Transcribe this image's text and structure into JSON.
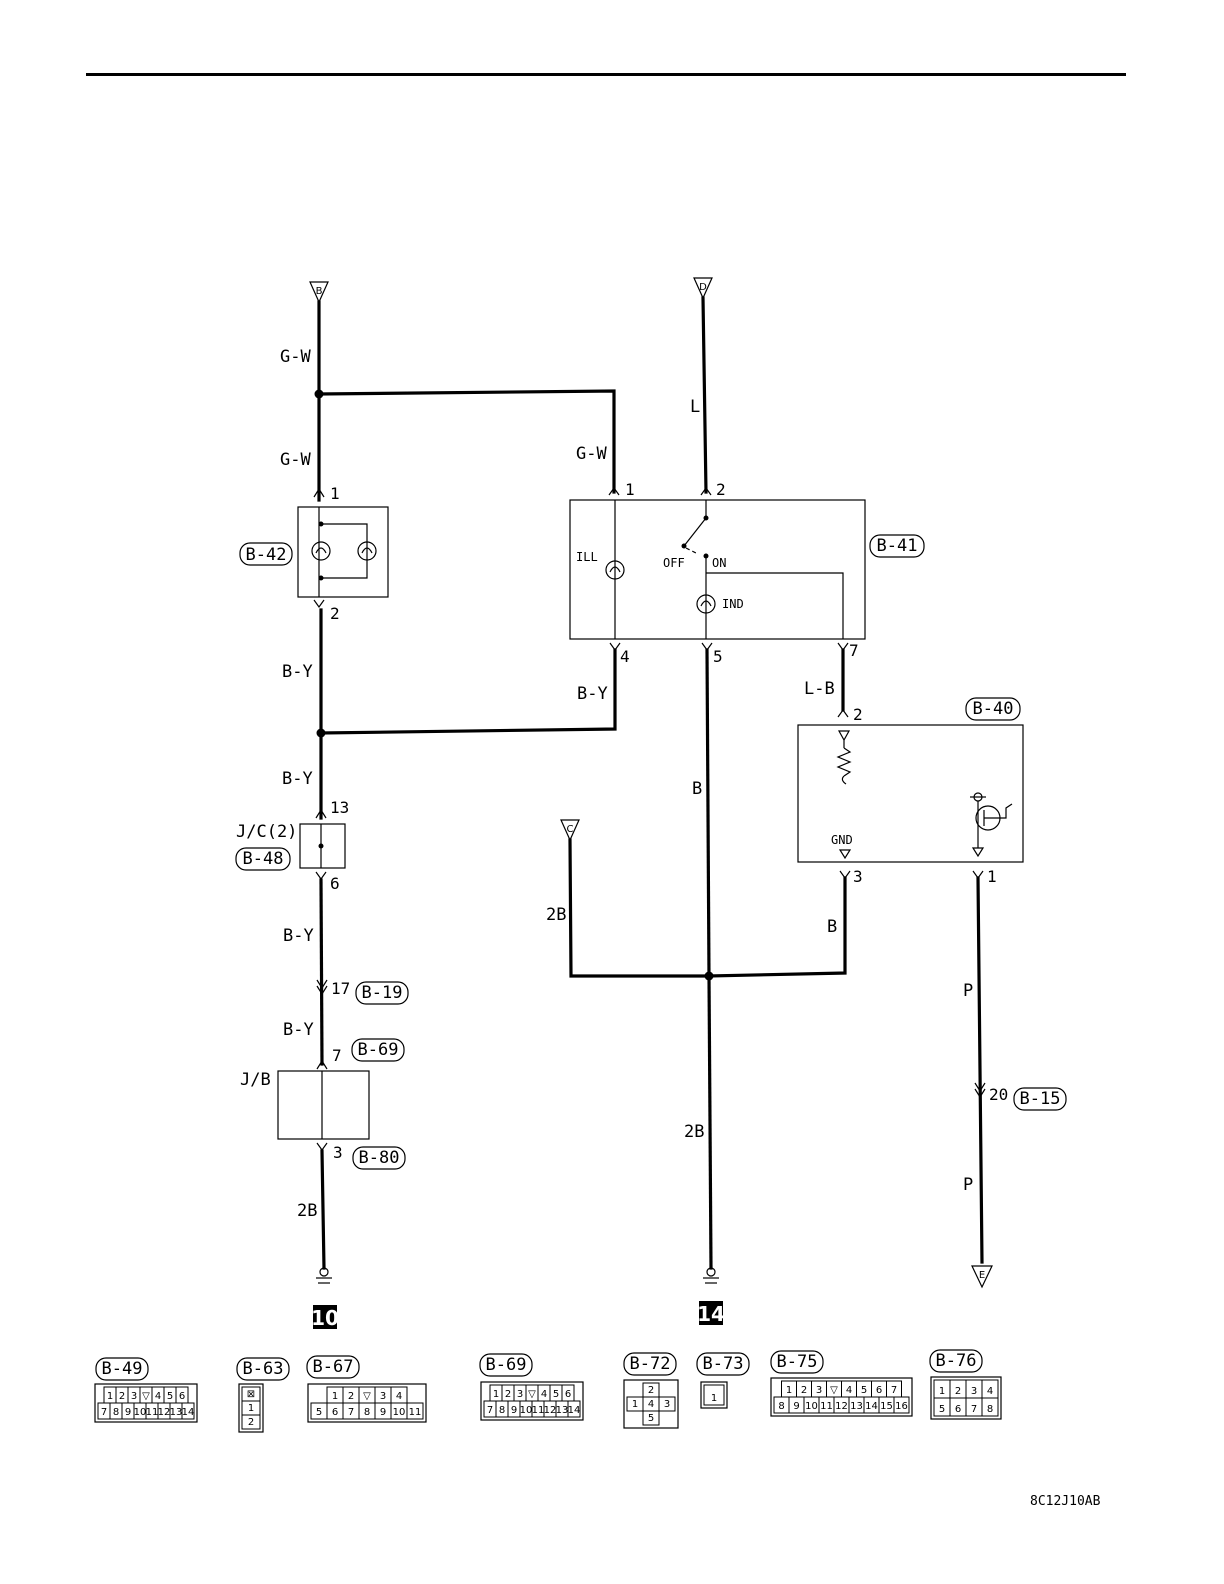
{
  "figure_code": "8C12J10AB",
  "connectors_off_page": {
    "b": "B",
    "d": "D",
    "c": "C",
    "e": "E"
  },
  "wire_colors": {
    "gw_top": "G-W",
    "gw_lower": "G-W",
    "gw_right": "G-W",
    "by_b42": "B-Y",
    "by_b41": "B-Y",
    "by_junction": "B-Y",
    "by_jc": "B-Y",
    "by_b19": "B-Y",
    "l_top": "L",
    "b_mid": "B",
    "lb": "L-B",
    "b_b40": "B",
    "twob_c": "2B",
    "twob_jb": "2B",
    "twob_ground14": "2B",
    "p_upper": "P",
    "p_lower": "P"
  },
  "pins": {
    "b42_1": "1",
    "b42_2": "2",
    "b41_1": "1",
    "b41_2": "2",
    "b41_4": "4",
    "b41_5": "5",
    "b41_7": "7",
    "b40_2": "2",
    "b40_3": "3",
    "b40_1": "1",
    "jc_13": "13",
    "jc_6": "6",
    "b19_17": "17",
    "jb_7": "7",
    "jb_3": "3",
    "b15_20": "20"
  },
  "components": {
    "b42": "B-42",
    "b41": "B-41",
    "b40": "B-40",
    "b48": "B-48",
    "b19": "B-19",
    "b69": "B-69",
    "b80": "B-80",
    "b15": "B-15",
    "jc_label": "J/C(2)",
    "jb_label": "J/B"
  },
  "switch_labels": {
    "ill": "ILL",
    "off": "OFF",
    "on": "ON",
    "ind": "IND",
    "gnd": "GND"
  },
  "grounds": {
    "g10": "10",
    "g14": "14"
  },
  "connector_views": [
    {
      "id": "B-49",
      "rows": [
        [
          "1",
          "2",
          "3",
          "▽",
          "4",
          "5",
          "6"
        ],
        [
          "7",
          "8",
          "9",
          "10",
          "11",
          "12",
          "13",
          "14"
        ]
      ]
    },
    {
      "id": "B-63",
      "rows": [
        [
          "⊠"
        ],
        [
          "1"
        ],
        [
          "2"
        ]
      ]
    },
    {
      "id": "B-67",
      "rows": [
        [
          "1",
          "2",
          "▽",
          "3",
          "4"
        ],
        [
          "5",
          "6",
          "7",
          "8",
          "9",
          "10",
          "11"
        ]
      ]
    },
    {
      "id": "B-69",
      "rows": [
        [
          "1",
          "2",
          "3",
          "▽",
          "4",
          "5",
          "6"
        ],
        [
          "7",
          "8",
          "9",
          "10",
          "11",
          "12",
          "13",
          "14"
        ]
      ]
    },
    {
      "id": "B-72",
      "rows": [
        [
          "2"
        ],
        [
          "1",
          "4",
          "3"
        ],
        [
          "5"
        ]
      ]
    },
    {
      "id": "B-73",
      "rows": [
        [
          "1"
        ]
      ]
    },
    {
      "id": "B-75",
      "rows": [
        [
          "1",
          "2",
          "3",
          "▽",
          "4",
          "5",
          "6",
          "7"
        ],
        [
          "8",
          "9",
          "10",
          "11",
          "12",
          "13",
          "14",
          "15",
          "16"
        ]
      ]
    },
    {
      "id": "B-76",
      "rows": [
        [
          "1",
          "2",
          "3",
          "4"
        ],
        [
          "5",
          "6",
          "7",
          "8"
        ]
      ]
    }
  ]
}
